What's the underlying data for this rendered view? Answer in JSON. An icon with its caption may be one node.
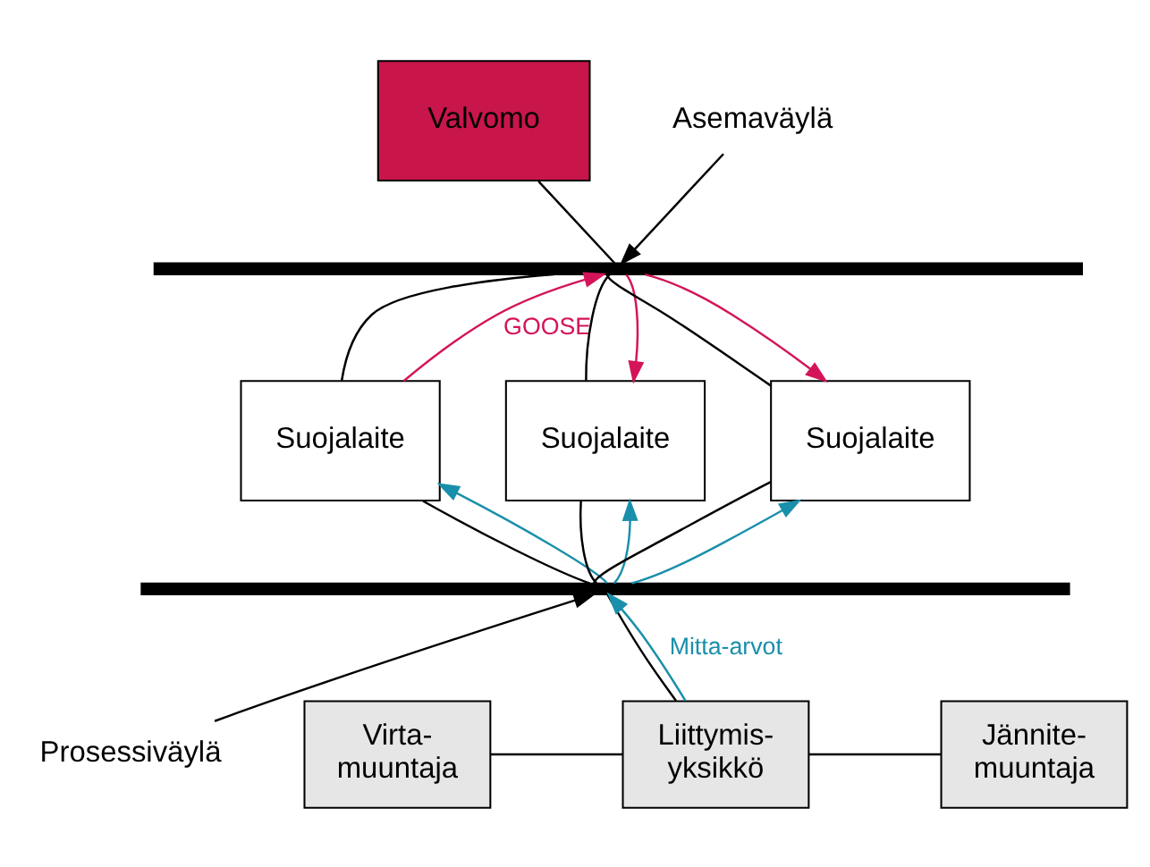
{
  "diagram": {
    "nodes": [
      {
        "text": [
          "Valvomo"
        ]
      },
      {
        "text": [
          "Asemaväylä"
        ]
      },
      {
        "text": [],
        "shape": "bar"
      },
      {
        "text": [
          "Suojalaite"
        ]
      },
      {
        "text": [
          "Suojalaite"
        ]
      },
      {
        "text": [
          "Suojalaite"
        ]
      },
      {
        "text": [],
        "shape": "bar"
      },
      {
        "text": [
          "Prosessiväylä"
        ]
      },
      {
        "text": [
          "Virta- muuntaja"
        ]
      },
      {
        "text": [
          "Liittymis- yksikkö"
        ]
      },
      {
        "text": [
          "Jännite- muuntaja"
        ]
      }
    ],
    "edges": [
      {
        "from": 0,
        "to": 2,
        "arrow": "none"
      },
      {
        "from": 1,
        "to": 2,
        "arrow": "to"
      },
      {
        "from": 3,
        "to": 2,
        "arrow": "none"
      },
      {
        "from": 3,
        "to": 2,
        "arrow": "to",
        "label": "GOOSE",
        "color": "#d4145a"
      },
      {
        "from": 2,
        "to": 4,
        "arrow": "none"
      },
      {
        "from": 2,
        "to": 4,
        "arrow": "to",
        "color": "#d4145a"
      },
      {
        "from": 2,
        "to": 5,
        "arrow": "none"
      },
      {
        "from": 2,
        "to": 5,
        "arrow": "to",
        "color": "#d4145a"
      },
      {
        "from": 6,
        "to": 3,
        "arrow": "none"
      },
      {
        "from": 6,
        "to": 3,
        "arrow": "to",
        "color": "#1a8fab"
      },
      {
        "from": 6,
        "to": 4,
        "arrow": "none"
      },
      {
        "from": 6,
        "to": 4,
        "arrow": "to",
        "color": "#1a8fab"
      },
      {
        "from": 6,
        "to": 5,
        "arrow": "none"
      },
      {
        "from": 6,
        "to": 5,
        "arrow": "to",
        "color": "#1a8fab"
      },
      {
        "from": 9,
        "to": 6,
        "arrow": "none"
      },
      {
        "from": 9,
        "to": 6,
        "arrow": "to",
        "label": "Mitta-arvot",
        "color": "#1a8fab"
      },
      {
        "from": 7,
        "to": 6,
        "arrow": "to"
      },
      {
        "from": 8,
        "to": 9,
        "arrow": "none"
      },
      {
        "from": 9,
        "to": 10,
        "arrow": "none"
      }
    ]
  }
}
